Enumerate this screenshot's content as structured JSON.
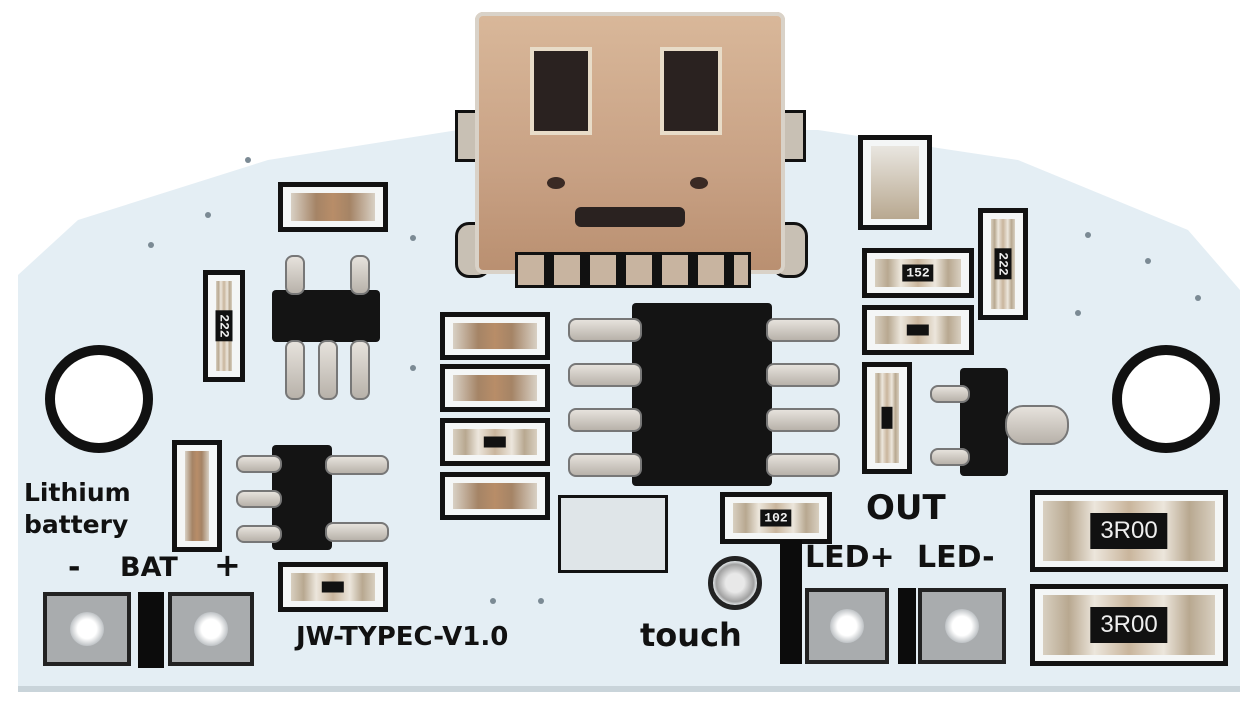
{
  "board": {
    "model_label": "JW-TYPEC-V1.0",
    "colors": {
      "pcb": "#e4eef4",
      "silkscreen": "#111111",
      "usb_shell": "#c8a184",
      "ic": "#141414",
      "pad": "#a9acae"
    }
  },
  "battery": {
    "label_line1": "Lithium",
    "label_line2": "battery",
    "minus": "-",
    "bat": "BAT",
    "plus": "+"
  },
  "output": {
    "out_label": "OUT",
    "led_plus": "LED+",
    "led_minus": "LED-"
  },
  "touch": {
    "label": "touch"
  },
  "resistors": {
    "r_102": "102",
    "r_152": "152",
    "r_222_left": "222",
    "r_222_right": "222",
    "r_sense_1": "3R00",
    "r_sense_2": "3R00"
  },
  "connector": {
    "type": "USB Type-C"
  }
}
